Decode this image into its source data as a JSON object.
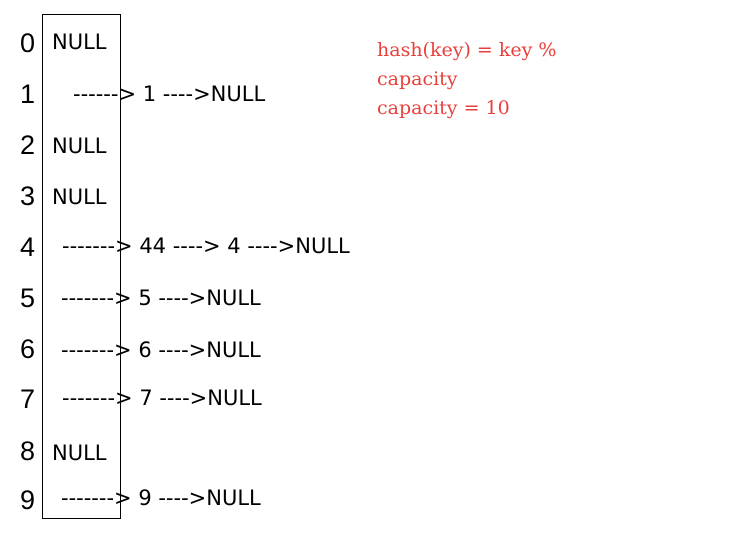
{
  "note": {
    "color": "#e8403c",
    "lines": [
      "hash(key) = key %",
      "capacity",
      "capacity = 10"
    ]
  },
  "indices": [
    "0",
    "1",
    "2",
    "3",
    "4",
    "5",
    "6",
    "7",
    "8",
    "9"
  ],
  "cells": {
    "c0": "NULL",
    "c2": "NULL",
    "c3": "NULL",
    "c8": "NULL"
  },
  "chains": {
    "r1": "------> 1 ---->NULL",
    "r4": "-------> 44 ----> 4 ---->NULL",
    "r5": "-------> 5 ---->NULL",
    "r6": "-------> 6 ---->NULL",
    "r7": "-------> 7 ---->NULL",
    "r9": "-------> 9 ---->NULL"
  }
}
